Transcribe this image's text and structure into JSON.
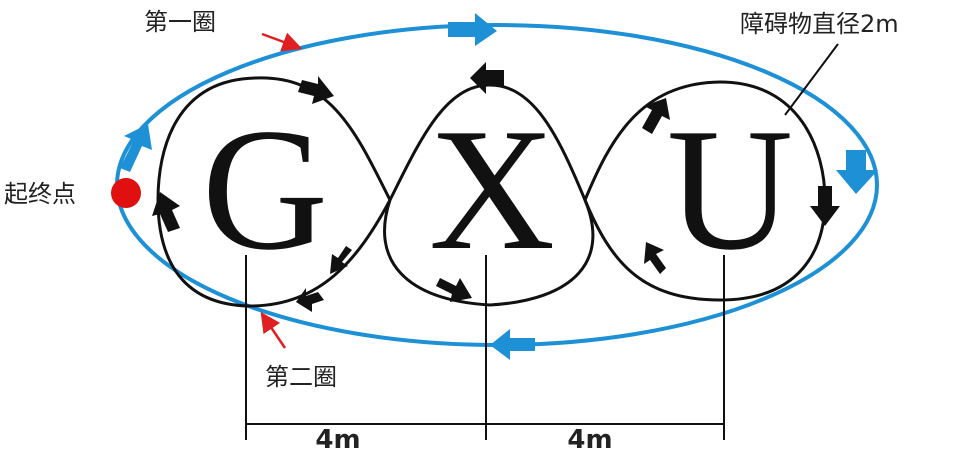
{
  "letters": [
    "G",
    "X",
    "U"
  ],
  "labels": {
    "first_lap": "第一圈",
    "second_lap": "第二圈",
    "start_end": "起终点",
    "obstacle_diameter": "障碍物直径2m"
  },
  "dimensions": [
    "4m",
    "4m"
  ],
  "colors": {
    "outer_loop": "#1e90d6",
    "inner_path": "#111111",
    "start_point": "#e01010",
    "annotation_arrow": "#e02020"
  }
}
